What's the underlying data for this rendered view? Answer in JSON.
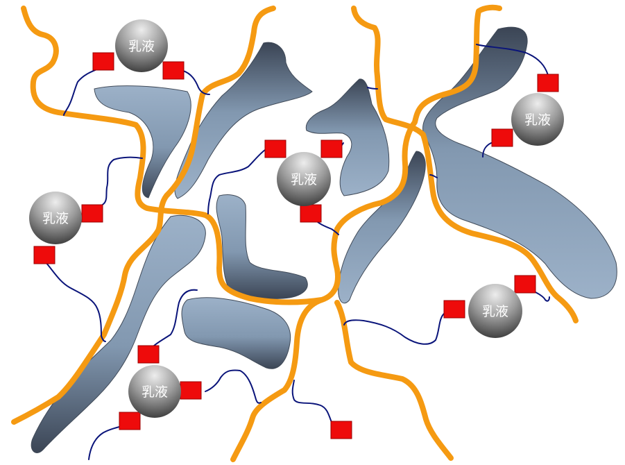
{
  "emulsion_label": "乳液",
  "colors": {
    "fiber": "#f59a12",
    "chain": "#0a147a",
    "head": "#ee0b0b",
    "particle_light": "#9cb1c8",
    "particle_dark": "#3b4555",
    "emulsion_light": "#e8e8e8",
    "emulsion_dark": "#3e3e3e"
  },
  "emulsions": [
    {
      "id": "emulsion-1",
      "label": "乳液"
    },
    {
      "id": "emulsion-2",
      "label": "乳液"
    },
    {
      "id": "emulsion-3",
      "label": "乳液"
    },
    {
      "id": "emulsion-4",
      "label": "乳液"
    },
    {
      "id": "emulsion-5",
      "label": "乳液"
    },
    {
      "id": "emulsion-6",
      "label": "乳液"
    }
  ]
}
